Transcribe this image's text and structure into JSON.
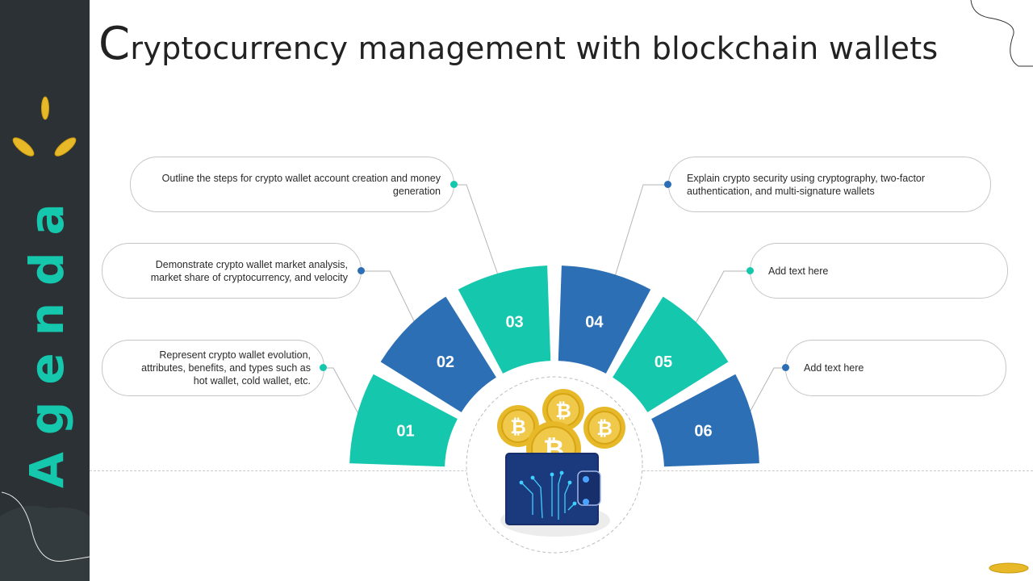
{
  "title": {
    "initial": "C",
    "rest": "ryptocurrency management with blockchain wallets"
  },
  "sidebar": {
    "label": "Agenda"
  },
  "colors": {
    "teal": "#14c7ad",
    "blue": "#2d6fb5",
    "sidebar": "#2b3134",
    "gold": "#e7b928"
  },
  "segments": [
    {
      "number": "01",
      "color": "#14c7ad"
    },
    {
      "number": "02",
      "color": "#2d6fb5"
    },
    {
      "number": "03",
      "color": "#14c7ad"
    },
    {
      "number": "04",
      "color": "#2d6fb5"
    },
    {
      "number": "05",
      "color": "#14c7ad"
    },
    {
      "number": "06",
      "color": "#2d6fb5"
    }
  ],
  "items": [
    {
      "number": "01",
      "text": "Represent  crypto wallet evolution, attributes, benefits, and types such as hot wallet, cold wallet, etc."
    },
    {
      "number": "02",
      "text": "Demonstrate crypto wallet market analysis, market share of cryptocurrency, and velocity"
    },
    {
      "number": "03",
      "text": "Outline the steps for crypto wallet account creation and money generation"
    },
    {
      "number": "04",
      "text": "Explain crypto security using cryptography, two-factor authentication, and multi-signature wallets"
    },
    {
      "number": "05",
      "text": "Add text here"
    },
    {
      "number": "06",
      "text": "Add text here"
    }
  ]
}
